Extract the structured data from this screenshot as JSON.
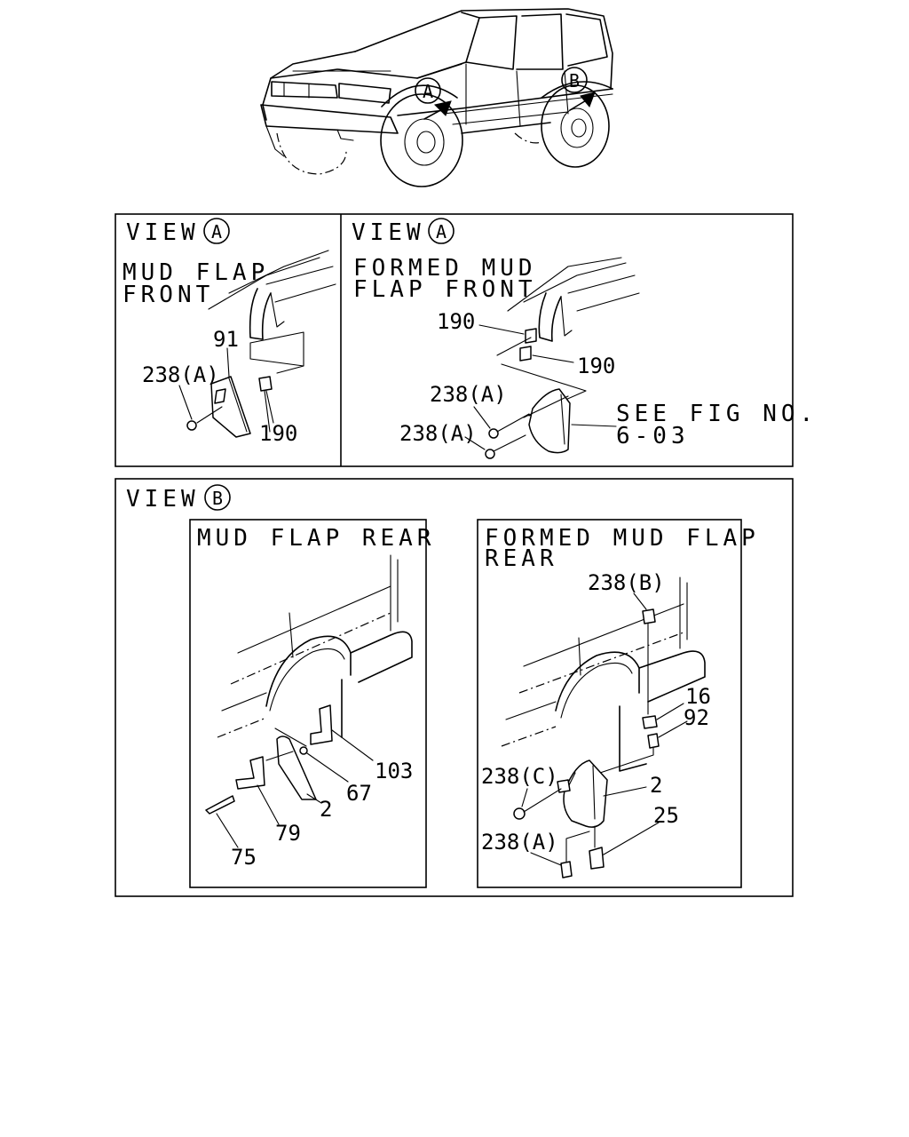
{
  "overview": {
    "marker_a": "A",
    "marker_b": "B"
  },
  "panel_front_left": {
    "view_prefix": "VIEW",
    "view_marker": "A",
    "caption_line1": "MUD FLAP",
    "caption_line2": "FRONT",
    "labels": [
      "91",
      "238(A)",
      "190"
    ]
  },
  "panel_front_right": {
    "view_prefix": "VIEW",
    "view_marker": "A",
    "caption_line1": "FORMED MUD",
    "caption_line2": "FLAP FRONT",
    "labels": [
      "190",
      "190",
      "238(A)",
      "238(A)"
    ],
    "see_fig_line1": "SEE FIG NO.",
    "see_fig_line2": "6-03"
  },
  "panel_rear": {
    "view_prefix": "VIEW",
    "view_marker": "B"
  },
  "panel_rear_left": {
    "caption": "MUD FLAP REAR",
    "labels": [
      "103",
      "67",
      "2",
      "79",
      "75"
    ]
  },
  "panel_rear_right": {
    "caption_line1": "FORMED MUD FLAP",
    "caption_line2": "REAR",
    "labels": [
      "238(B)",
      "16",
      "92",
      "238(C)",
      "2",
      "25",
      "238(A)"
    ]
  }
}
